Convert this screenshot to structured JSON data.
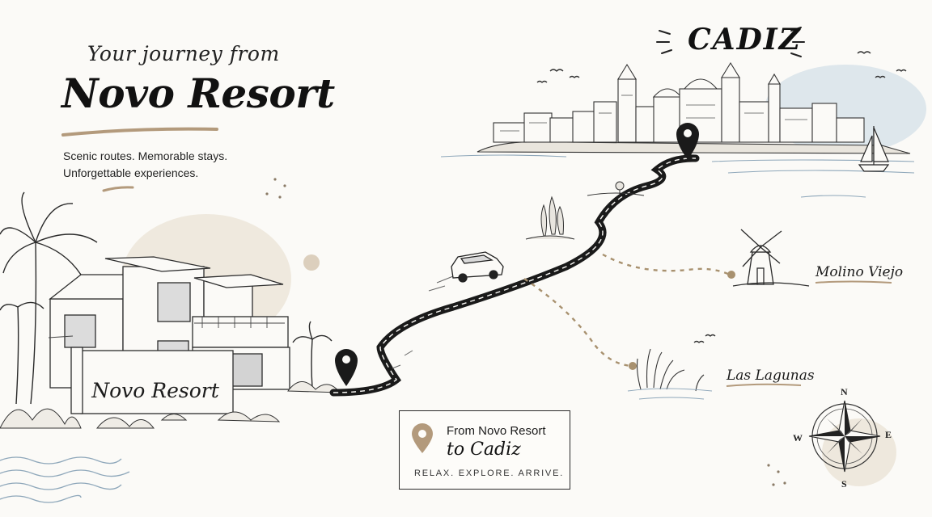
{
  "header": {
    "subtitle": "Your journey from",
    "title": "Novo Resort",
    "tagline_lines": [
      "Scenic routes. Memorable stays.",
      "Unforgettable experiences."
    ]
  },
  "destination": {
    "name": "CADIZ"
  },
  "resort": {
    "sign_text": "Novo Resort"
  },
  "places": {
    "molino": "Molino Viejo",
    "lagunas": "Las Lagunas"
  },
  "info_card": {
    "line1": "From Novo Resort",
    "line2": "to Cadiz",
    "line3": "RELAX. EXPLORE. ARRIVE."
  },
  "compass": {
    "n": "N",
    "e": "E",
    "s": "S",
    "w": "W"
  },
  "colors": {
    "ink": "#1b1b1b",
    "accent_tan": "#b39a7c",
    "sea_blue": "#9fb8cc",
    "wash_beige": "#ebe3d6",
    "wash_blue": "#d8e3ea"
  }
}
